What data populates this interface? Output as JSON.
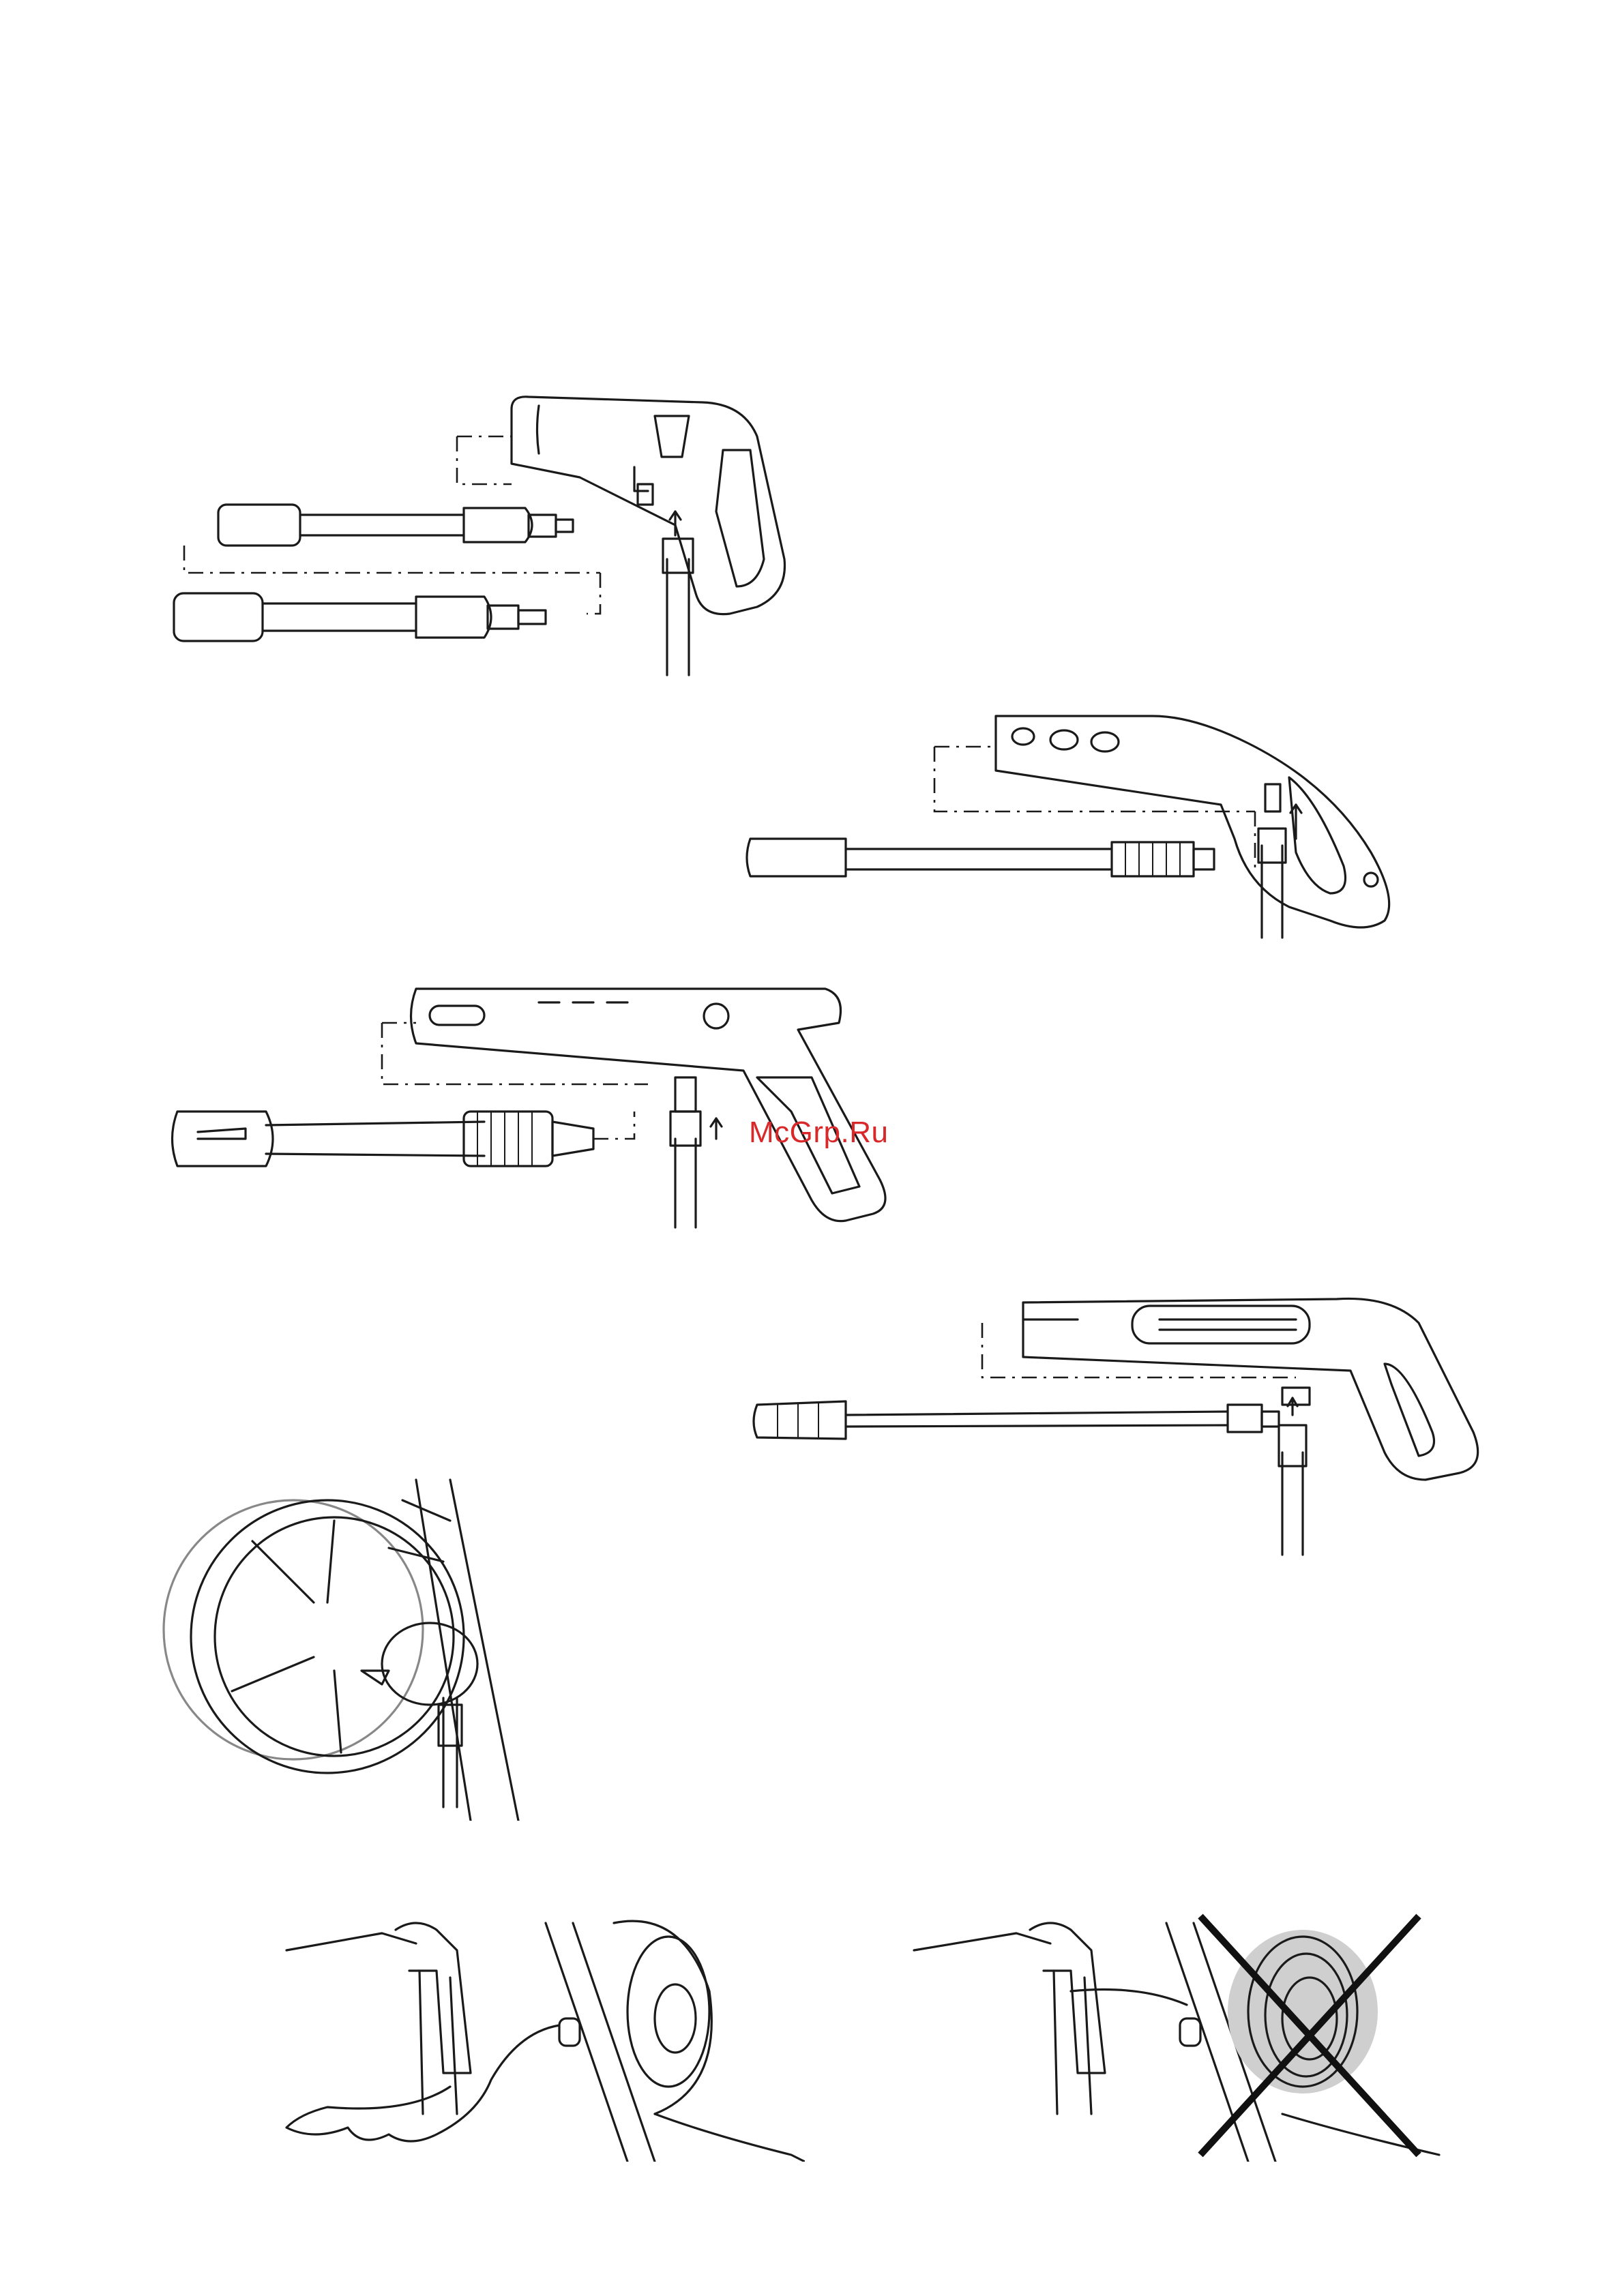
{
  "watermark": {
    "text": "McGrp.Ru",
    "color": "#d8282a"
  },
  "figures": [
    {
      "id": "gun-type-1",
      "description_hidden": true
    },
    {
      "id": "gun-type-2",
      "description_hidden": true
    },
    {
      "id": "gun-type-3",
      "description_hidden": true
    },
    {
      "id": "gun-type-4",
      "description_hidden": true
    },
    {
      "id": "hose-reel-connection",
      "description_hidden": true
    },
    {
      "id": "hose-unwound-correct",
      "description_hidden": true
    },
    {
      "id": "hose-wound-incorrect",
      "description_hidden": true,
      "crossed_out": true
    }
  ],
  "colors": {
    "line": "#1a1a1a",
    "background": "#ffffff",
    "cross": "#111111",
    "shade": "#cfcfcf"
  }
}
